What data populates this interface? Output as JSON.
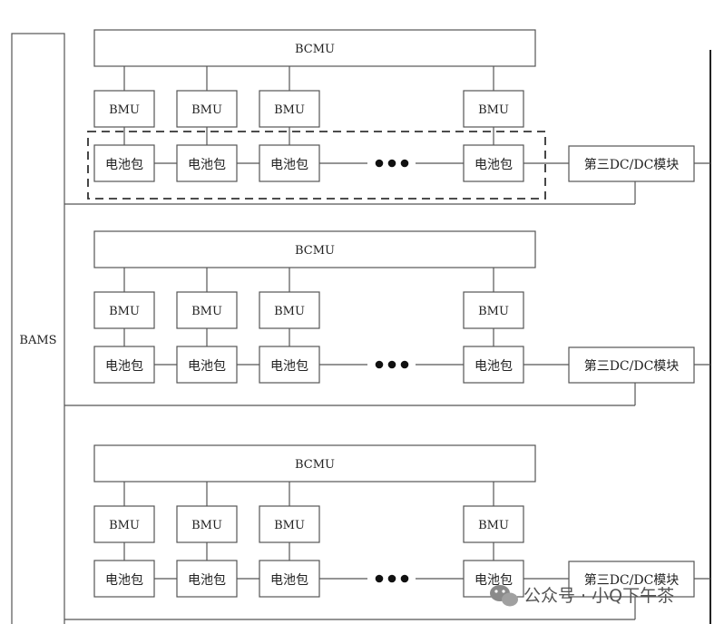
{
  "bams": {
    "label": "BAMS"
  },
  "groups": [
    {
      "bcmu_label": "BCMU",
      "bmu_labels": [
        "BMU",
        "BMU",
        "BMU",
        "BMU"
      ],
      "pack_labels": [
        "电池包",
        "电池包",
        "电池包",
        "电池包"
      ],
      "ellipsis": "●●●",
      "dcdc_label": "第三DC/DC模块",
      "highlighted": true
    },
    {
      "bcmu_label": "BCMU",
      "bmu_labels": [
        "BMU",
        "BMU",
        "BMU",
        "BMU"
      ],
      "pack_labels": [
        "电池包",
        "电池包",
        "电池包",
        "电池包"
      ],
      "ellipsis": "●●●",
      "dcdc_label": "第三DC/DC模块",
      "highlighted": false
    },
    {
      "bcmu_label": "BCMU",
      "bmu_labels": [
        "BMU",
        "BMU",
        "BMU",
        "BMU"
      ],
      "pack_labels": [
        "电池包",
        "电池包",
        "电池包",
        "电池包"
      ],
      "ellipsis": "●●●",
      "dcdc_label": "第三DC/DC模块",
      "highlighted": false
    }
  ],
  "watermark": {
    "text": "公众号 · 小Q下午茶",
    "icon": "wechat-icon"
  }
}
